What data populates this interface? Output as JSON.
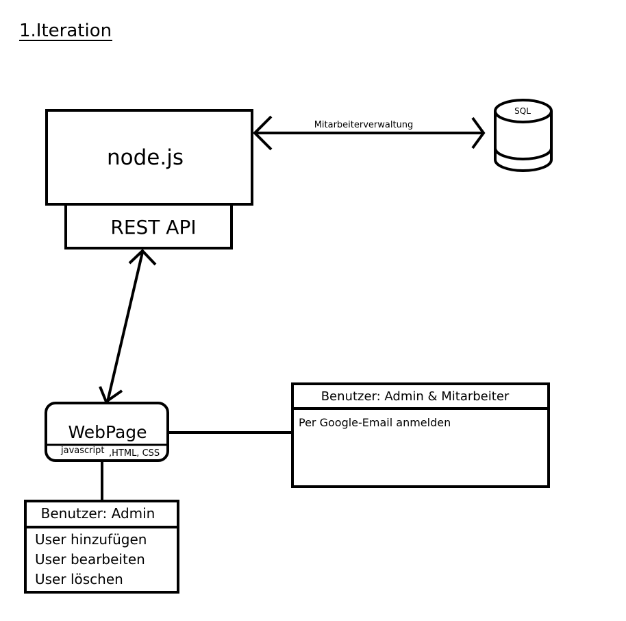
{
  "title": "1.Iteration",
  "server": {
    "name": "node.js",
    "api_label": "REST API"
  },
  "connection": {
    "label": "Mitarbeiterverwaltung"
  },
  "database": {
    "label": "SQL"
  },
  "webpage": {
    "name": "WebPage",
    "tech_left": "javascript",
    "tech_right": ",HTML, CSS"
  },
  "user_box": {
    "title": "Benutzer: Admin & Mitarbeiter",
    "items": [
      "Per Google-Email anmelden"
    ]
  },
  "admin_box": {
    "title": "Benutzer: Admin",
    "items": [
      "User hinzufügen",
      "User bearbeiten",
      "User löschen"
    ]
  }
}
